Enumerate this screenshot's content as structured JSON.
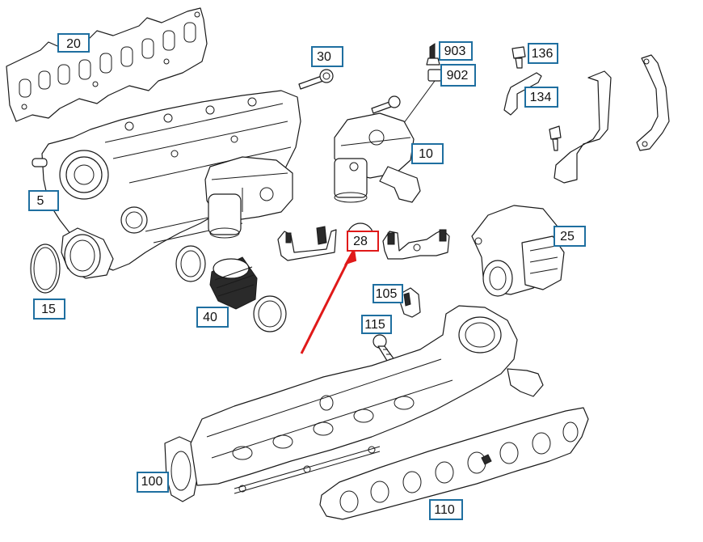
{
  "diagram": {
    "labels": [
      {
        "id": "20",
        "text": "20"
      },
      {
        "id": "30",
        "text": "30"
      },
      {
        "id": "903",
        "text": "903"
      },
      {
        "id": "902",
        "text": "902"
      },
      {
        "id": "136",
        "text": "136"
      },
      {
        "id": "134",
        "text": "134"
      },
      {
        "id": "10",
        "text": "10"
      },
      {
        "id": "5",
        "text": "5"
      },
      {
        "id": "28",
        "text": "28"
      },
      {
        "id": "25",
        "text": "25"
      },
      {
        "id": "15",
        "text": "15"
      },
      {
        "id": "40",
        "text": "40"
      },
      {
        "id": "105",
        "text": "105"
      },
      {
        "id": "115",
        "text": "115"
      },
      {
        "id": "100",
        "text": "100"
      },
      {
        "id": "110",
        "text": "110"
      }
    ],
    "highlighted_label": "28",
    "colors": {
      "label_border": "#1f6fa0",
      "highlight_border": "#e01919",
      "arrow": "#e01919",
      "line": "#1a1a1a"
    }
  }
}
